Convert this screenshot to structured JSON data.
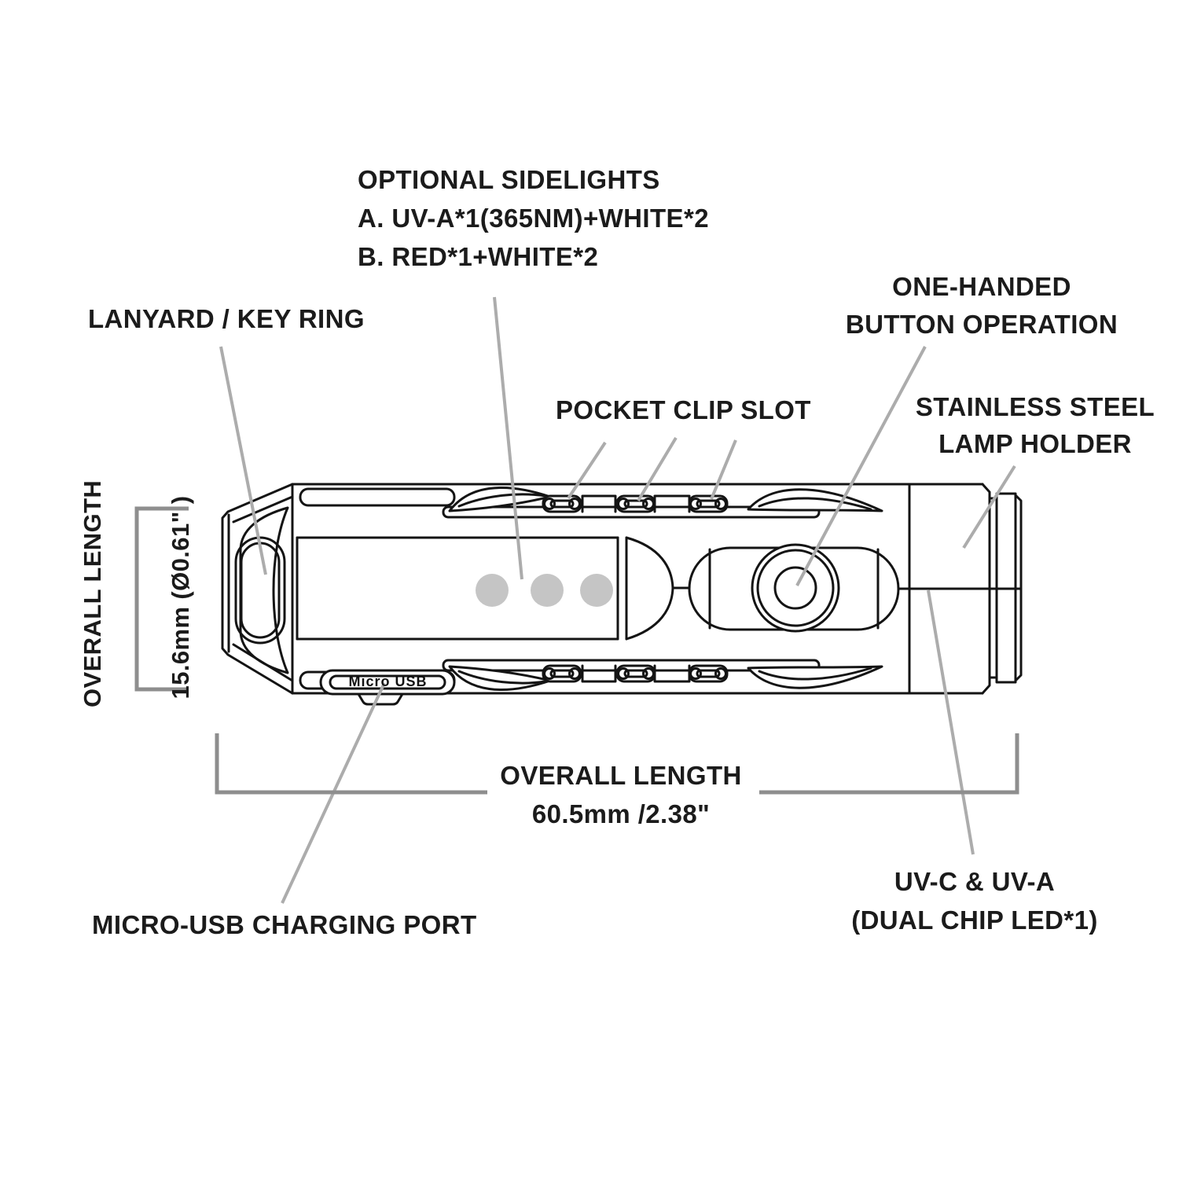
{
  "figure_type": "flashlight-feature-diagram",
  "labels": {
    "optional_sidelights": [
      "OPTIONAL SIDELIGHTS",
      "A. UV-A*1(365NM)+WHITE*2",
      "B. RED*1+WHITE*2"
    ],
    "one_handed": [
      "ONE-HANDED",
      "BUTTON OPERATION"
    ],
    "lanyard": "LANYARD / KEY RING",
    "pocket_clip": "POCKET CLIP SLOT",
    "stainless": [
      "STAINLESS STEEL",
      "LAMP HOLDER"
    ],
    "overall_length_side": {
      "title": "OVERALL LENGTH",
      "value": "15.6mm (Ø0.61\" )"
    },
    "overall_length_bottom": {
      "title": "OVERALL LENGTH",
      "value": "60.5mm /2.38\""
    },
    "micro_usb": "MICRO-USB CHARGING PORT",
    "uv_led": [
      "UV-C & UV-A",
      "(DUAL CHIP LED*1)"
    ],
    "port_text": "Micro USB"
  },
  "dimensions": {
    "overall_length_mm": "60.5mm",
    "overall_length_in": "2.38\"",
    "diameter_mm": "15.6mm",
    "diameter_in": "Ø0.61\""
  },
  "colors": {
    "background": "#ffffff",
    "line": "#141414",
    "leader_line": "#acacac",
    "dimension_bracket": "#8e8e8e",
    "sidelight_dot": "#c5c5c5",
    "text": "#1b1b1b"
  }
}
